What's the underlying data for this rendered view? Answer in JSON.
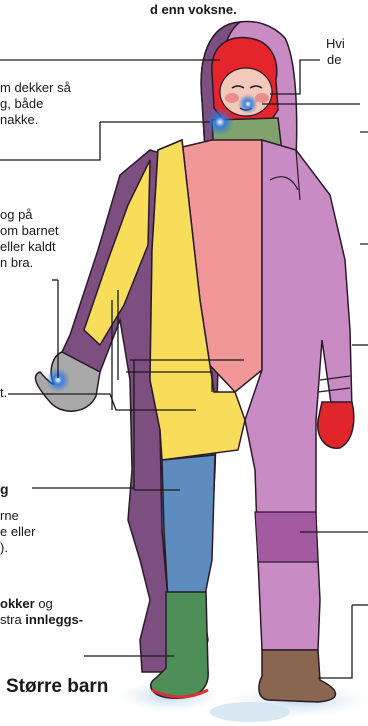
{
  "texts": {
    "top_line": "d enn voksne.",
    "hood_line1": "Hvi",
    "hood_line2": "de",
    "neck_line1": "m dekker så",
    "neck_line2": "g, både",
    "neck_line3": "nakke.",
    "arm_line1": "og på",
    "arm_line2": "om barnet",
    "arm_line3": "eller kaldt",
    "arm_line4": "n bra.",
    "left_dot": "t.",
    "layer_label": "g",
    "layer_line1": "rne",
    "layer_line2": "e eller",
    "layer_line3": ").",
    "socks_line1_bold": "okker",
    "socks_line1_rest": " og",
    "socks_line2_rest": "stra ",
    "socks_line2_bold": "innleggs-",
    "heading": "Større barn"
  },
  "colors": {
    "outer_jacket": "#c98bc4",
    "inner_purple": "#7d4e80",
    "yellow_layer": "#f7dd5a",
    "blue_layer": "#5f8cbf",
    "pink_layer": "#f19797",
    "red_hat": "#e4252b",
    "green_neck": "#7fa36a",
    "green_boot": "#4e8f58",
    "brown_boot": "#8a6550",
    "knee_patch": "#a45aa0",
    "mitten_gray": "#a9a9a9",
    "glove_red": "#e0262a",
    "cold_spot": "#2f78e0",
    "ground": "#c8dcea"
  },
  "icons": [
    "child-figure-illustration",
    "cold-spot-icon"
  ]
}
